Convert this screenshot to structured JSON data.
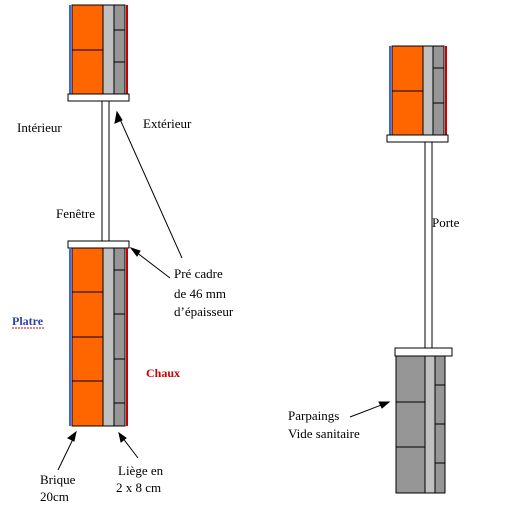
{
  "labels": {
    "interieur": "Intérieur",
    "exterieur": "Extérieur",
    "fenetre": "Fenêtre",
    "porte": "Porte",
    "pre_cadre_1": "Pré cadre",
    "pre_cadre_2": "de 46 mm",
    "pre_cadre_3": "d’épaisseur",
    "platre": "Platre",
    "chaux": "Chaux",
    "parpaings": "Parpaings",
    "vide_sanitaire": "Vide sanitaire",
    "brique_1": "Brique",
    "brique_2": "20cm",
    "liege_1": "Liège en",
    "liege_2": "2 x 8 cm"
  },
  "colors": {
    "brick": "#ff6600",
    "cork_light": "#c0c0c0",
    "cork_dark": "#969696",
    "block": "#969696",
    "platre_line": "#3366ff",
    "chaux_line": "#cc0000",
    "outline": "#000000"
  }
}
